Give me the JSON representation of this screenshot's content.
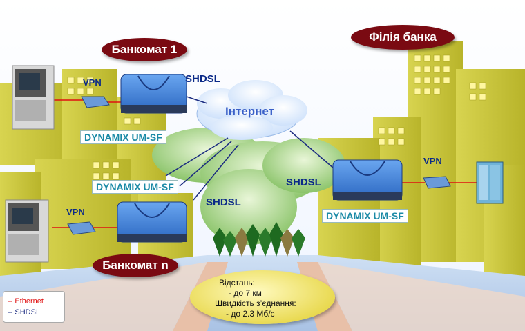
{
  "labels": {
    "atm1": "Банкомат 1",
    "atmN": "Банкомат n",
    "branch": "Філія банка",
    "internet": "Інтернет",
    "shdsl_top": "SHDSL",
    "shdsl_mid": "SHDSL",
    "shdsl_right": "SHDSL",
    "vpn_top": "VPN",
    "vpn_bottom": "VPN",
    "vpn_right": "VPN",
    "dyn1": "DYNAMIX UM-SF",
    "dyn2": "DYNAMIX UM-SF",
    "dyn3": "DYNAMIX UM-SF"
  },
  "info": {
    "line1": "Відстань:",
    "line2": "-  до 7 км",
    "line3": "Швидкість з’єднання:",
    "line4": "- до 2.3 Мб/с"
  },
  "legend": {
    "ethernet": "-- Ethernet",
    "shdsl": "-- SHDSL"
  },
  "colors": {
    "ethernet_line": "#e01010",
    "shdsl_line": "#1a2a80",
    "pill": "#7a0a12",
    "building": "#c8c43a",
    "modem": "#3d7fd8"
  }
}
